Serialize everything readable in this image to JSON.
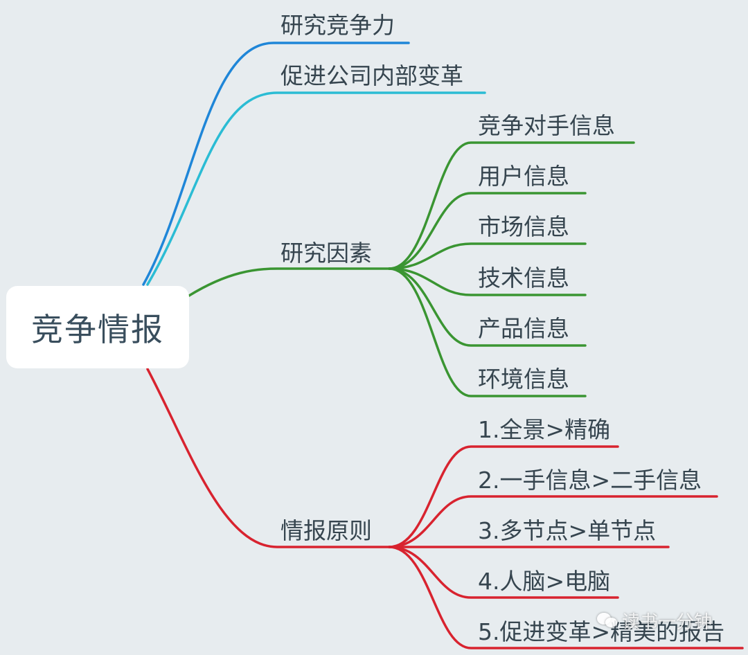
{
  "root": {
    "label": "竞争情报"
  },
  "branches": {
    "competitiveness": {
      "label": "研究竞争力",
      "color": "#1f86d8"
    },
    "reform": {
      "label": "促进公司内部变革",
      "color": "#2bbcd4"
    },
    "factors": {
      "label": "研究因素",
      "color": "#3a9532",
      "children": [
        "竞争对手信息",
        "用户信息",
        "市场信息",
        "技术信息",
        "产品信息",
        "环境信息"
      ]
    },
    "principles": {
      "label": "情报原则",
      "color": "#d8232f",
      "children": [
        "1.全景>精确",
        "2.一手信息>二手信息",
        "3.多节点>单节点",
        "4.人脑>电脑",
        "5.促进变革>精美的报告"
      ]
    }
  },
  "watermark": {
    "text": "读书一分钟",
    "icon": "wechat-icon"
  }
}
